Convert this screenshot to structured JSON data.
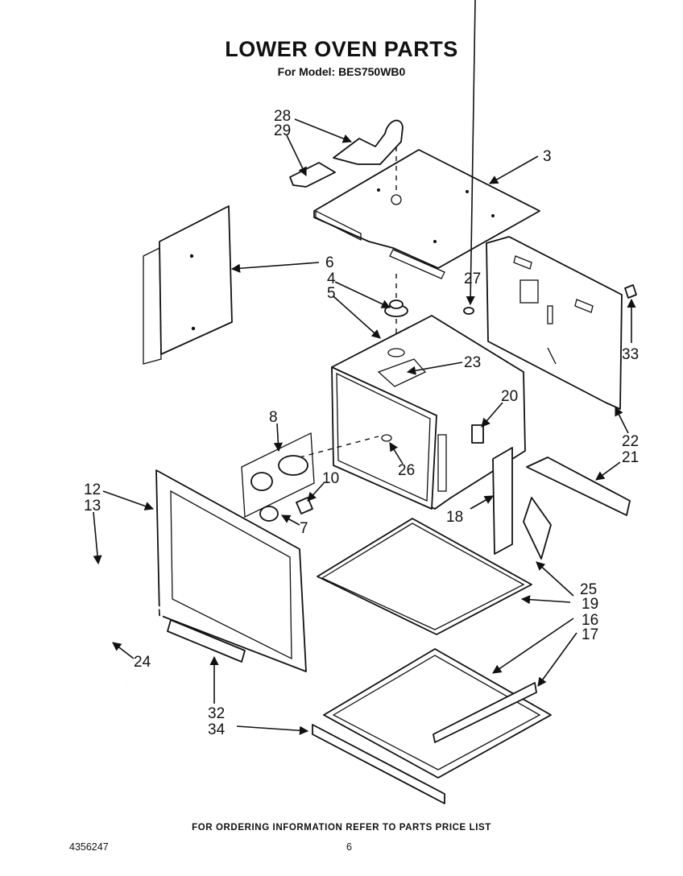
{
  "header": {
    "title": "LOWER OVEN PARTS",
    "model_line": "For Model: BES750WB0"
  },
  "callouts": {
    "c3": "3",
    "c4": "4",
    "c5": "5",
    "c6": "6",
    "c7": "7",
    "c8": "8",
    "c10": "10",
    "c12": "12",
    "c13": "13",
    "c16": "16",
    "c17": "17",
    "c18": "18",
    "c19": "19",
    "c20": "20",
    "c21": "21",
    "c22": "22",
    "c23": "23",
    "c24": "24",
    "c25": "25",
    "c26": "26",
    "c27": "27",
    "c28": "28",
    "c29": "29",
    "c32": "32",
    "c33": "33",
    "c34": "34"
  },
  "footer": {
    "note": "FOR ORDERING INFORMATION REFER TO PARTS PRICE LIST",
    "doc_number": "4356247",
    "page": "6"
  }
}
